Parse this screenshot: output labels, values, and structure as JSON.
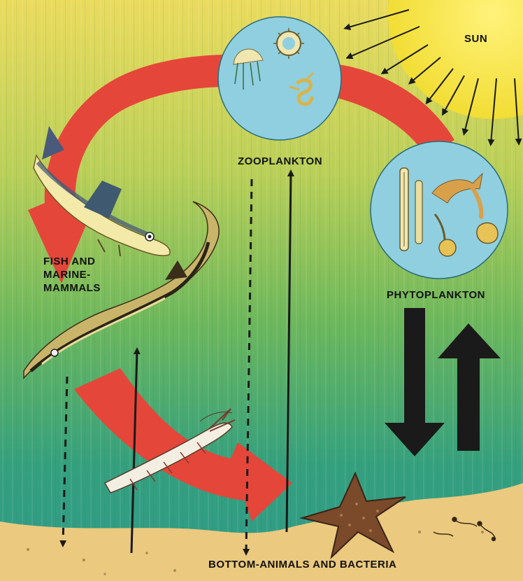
{
  "labels": {
    "sun": "SUN",
    "zooplankton": "ZOOPLANKTON",
    "phytoplankton": "PHYTOPLANKTON",
    "fish_line1": "FISH AND",
    "fish_line2": "MARINE-",
    "fish_line3": "MAMMALS",
    "bottom": "BOTTOM-ANIMALS AND BACTERIA"
  },
  "colors": {
    "sun": "#F5E23A",
    "water_top": "#E9DA5C",
    "water_bottom": "#2E9C86",
    "seafloor": "#EBC97E",
    "cycle_arrow": "#E5463A",
    "plankton_circle": "#8FCFE0",
    "vertical_arrows": "#1A1A1A"
  },
  "icons": [
    "sun-icon",
    "jellyfish-icon",
    "radiolarian-icon",
    "larva-icon",
    "diatom-icon",
    "fish-icon",
    "dogfish-icon",
    "shrimp-icon",
    "starfish-icon"
  ]
}
